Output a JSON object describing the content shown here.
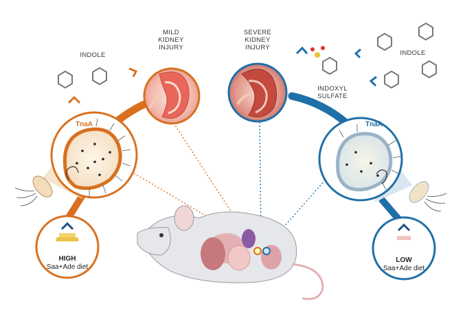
{
  "labels": {
    "indole_left": "INDOLE",
    "indole_right": "INDOLE",
    "mild_l1": "MILD",
    "mild_l2": "KIDNEY",
    "mild_l3": "INJURY",
    "severe_l1": "SEVERE",
    "severe_l2": "KIDNEY",
    "severe_l3": "INJURY",
    "indoxyl_l1": "INDOXYL",
    "indoxyl_l2": "SULFATE",
    "tnaa_left": "TnaA",
    "tnaa_right": "TnaA",
    "high_l1": "HIGH",
    "high_l2": "Saa+Ade diet",
    "low_l1": "LOW",
    "low_l2": "Saa+Ade diet"
  },
  "colors": {
    "orange": "#d9701f",
    "blue": "#1f6fa8",
    "kidney_red": "#d8574a",
    "bacterium_fill": "#f7ecd8",
    "mouse": "#e6e7ea"
  }
}
